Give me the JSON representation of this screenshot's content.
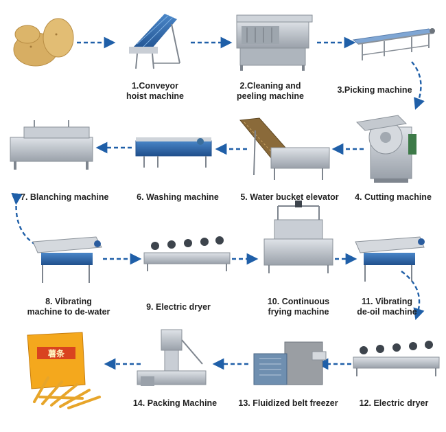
{
  "steps": [
    {
      "id": 1,
      "label": "1.Conveyor\nhoist machine"
    },
    {
      "id": 2,
      "label": "2.Cleaning and\npeeling machine"
    },
    {
      "id": 3,
      "label": "3.Picking machine"
    },
    {
      "id": 4,
      "label": "4. Cutting machine"
    },
    {
      "id": 5,
      "label": "5. Water bucket elevator"
    },
    {
      "id": 6,
      "label": "6. Washing machine"
    },
    {
      "id": 7,
      "label": "7. Blanching machine"
    },
    {
      "id": 8,
      "label": "8. Vibrating\nmachine to de-water"
    },
    {
      "id": 9,
      "label": "9. Electric dryer"
    },
    {
      "id": 10,
      "label": "10. Continuous\nfrying machine"
    },
    {
      "id": 11,
      "label": "11. Vibrating\nde-oil machine"
    },
    {
      "id": 12,
      "label": "12. Electric dryer"
    },
    {
      "id": 13,
      "label": "13. Fluidized belt freezer"
    },
    {
      "id": 14,
      "label": "14. Packing Machine"
    }
  ],
  "package_text": "薯条",
  "colors": {
    "arrow": "#1f5fa8",
    "steel": "#b8bec6",
    "steel_dark": "#7e858e",
    "belt": "#2a5c9e",
    "potato": "#d9b36a",
    "fries": "#f2b633",
    "bag": "#f4a81d"
  }
}
